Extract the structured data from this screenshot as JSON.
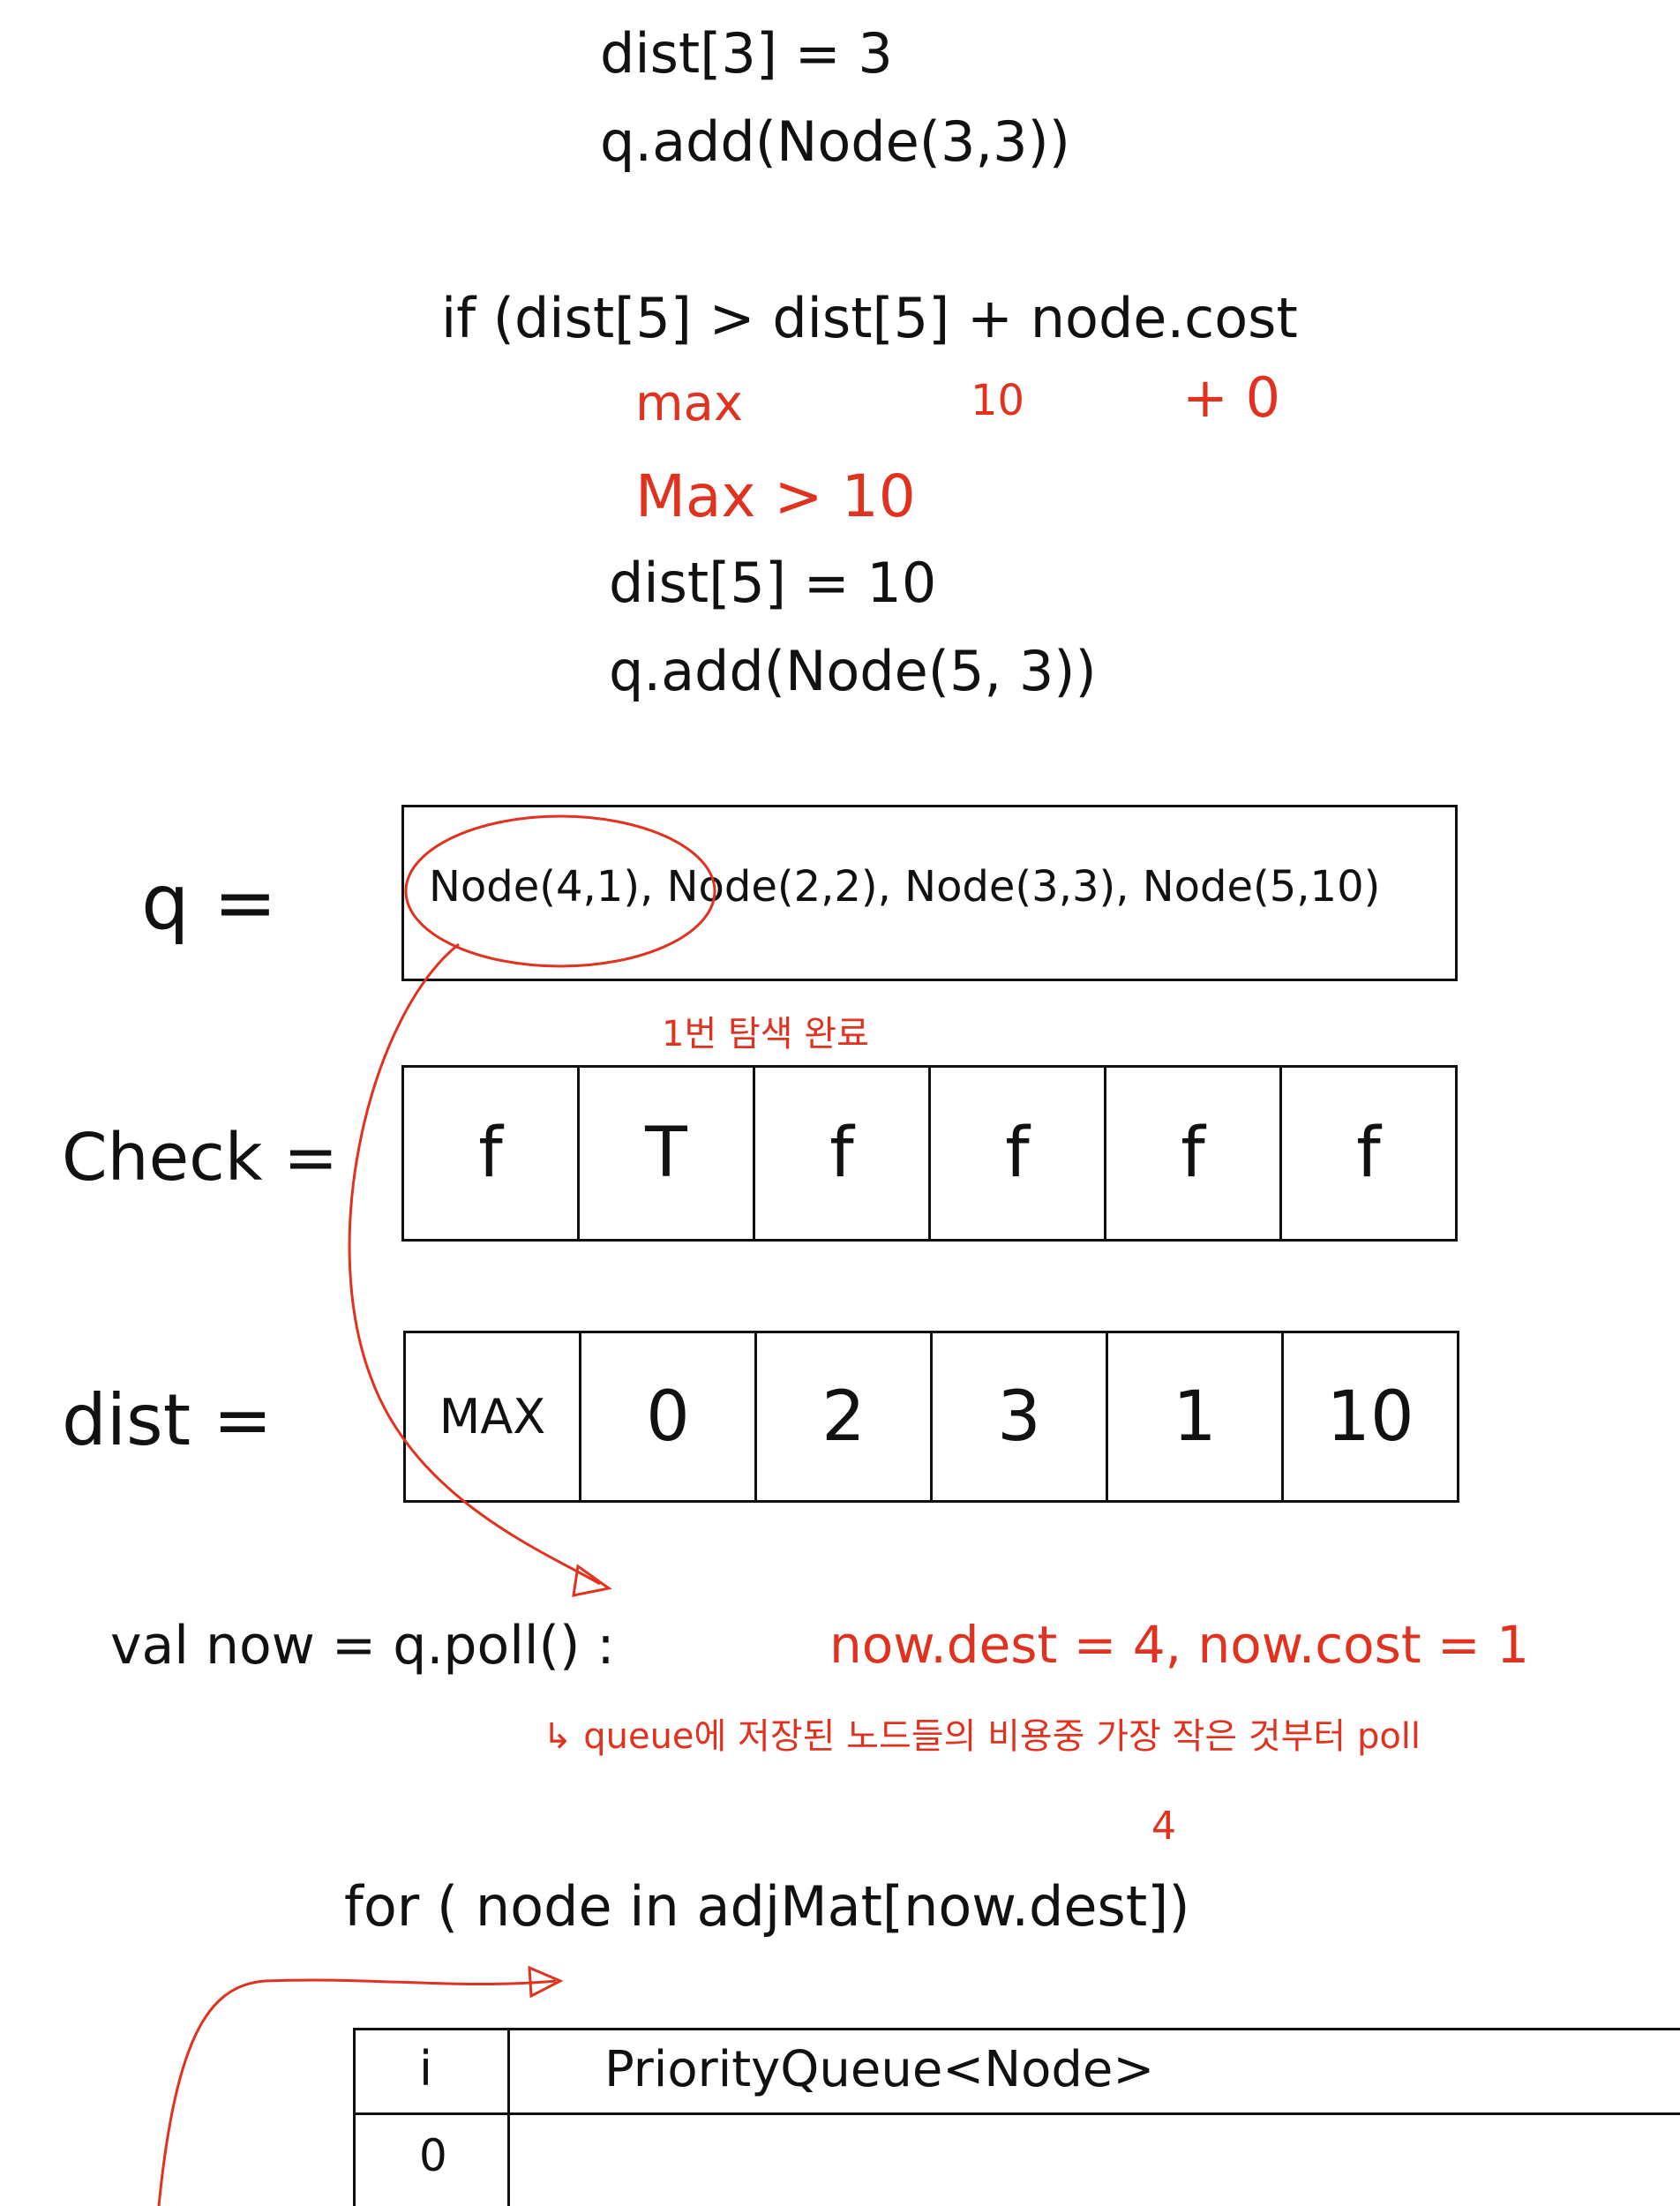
{
  "code": {
    "line1": "dist[3] = 3",
    "line2": "q.add(Node(3,3))",
    "line3": "if (dist[5] > dist[5] + node.cost",
    "ann_max": "max",
    "ann_10": "10",
    "ann_plus0": "+ 0",
    "line4": "Max > 10",
    "line5": "dist[5] = 10",
    "line6": "q.add(Node(5, 3))"
  },
  "q": {
    "label": "q =",
    "items": "Node(4,1), Node(2,2), Node(3,3), Node(5,10)"
  },
  "check": {
    "label": "Check =",
    "note": "1번 탐색 완료",
    "cells": [
      "f",
      "T",
      "f",
      "f",
      "f",
      "f"
    ]
  },
  "dist": {
    "label": "dist =",
    "cells": [
      "MAX",
      "0",
      "2",
      "3",
      "1",
      "10"
    ]
  },
  "poll": {
    "code": "val now = q.poll() :",
    "result": "now.dest = 4, now.cost = 1",
    "note": "↳ queue에 저장된 노드들의 비용중 가장 작은 것부터 poll"
  },
  "loop": {
    "code": "for ( node in adjMat[now.dest])",
    "ann": "4"
  },
  "table": {
    "header_i": "i",
    "header_pq": "PriorityQueue<Node>",
    "row0": "0"
  },
  "colors": {
    "ink": "#111111",
    "annotation": "#e0321f"
  }
}
